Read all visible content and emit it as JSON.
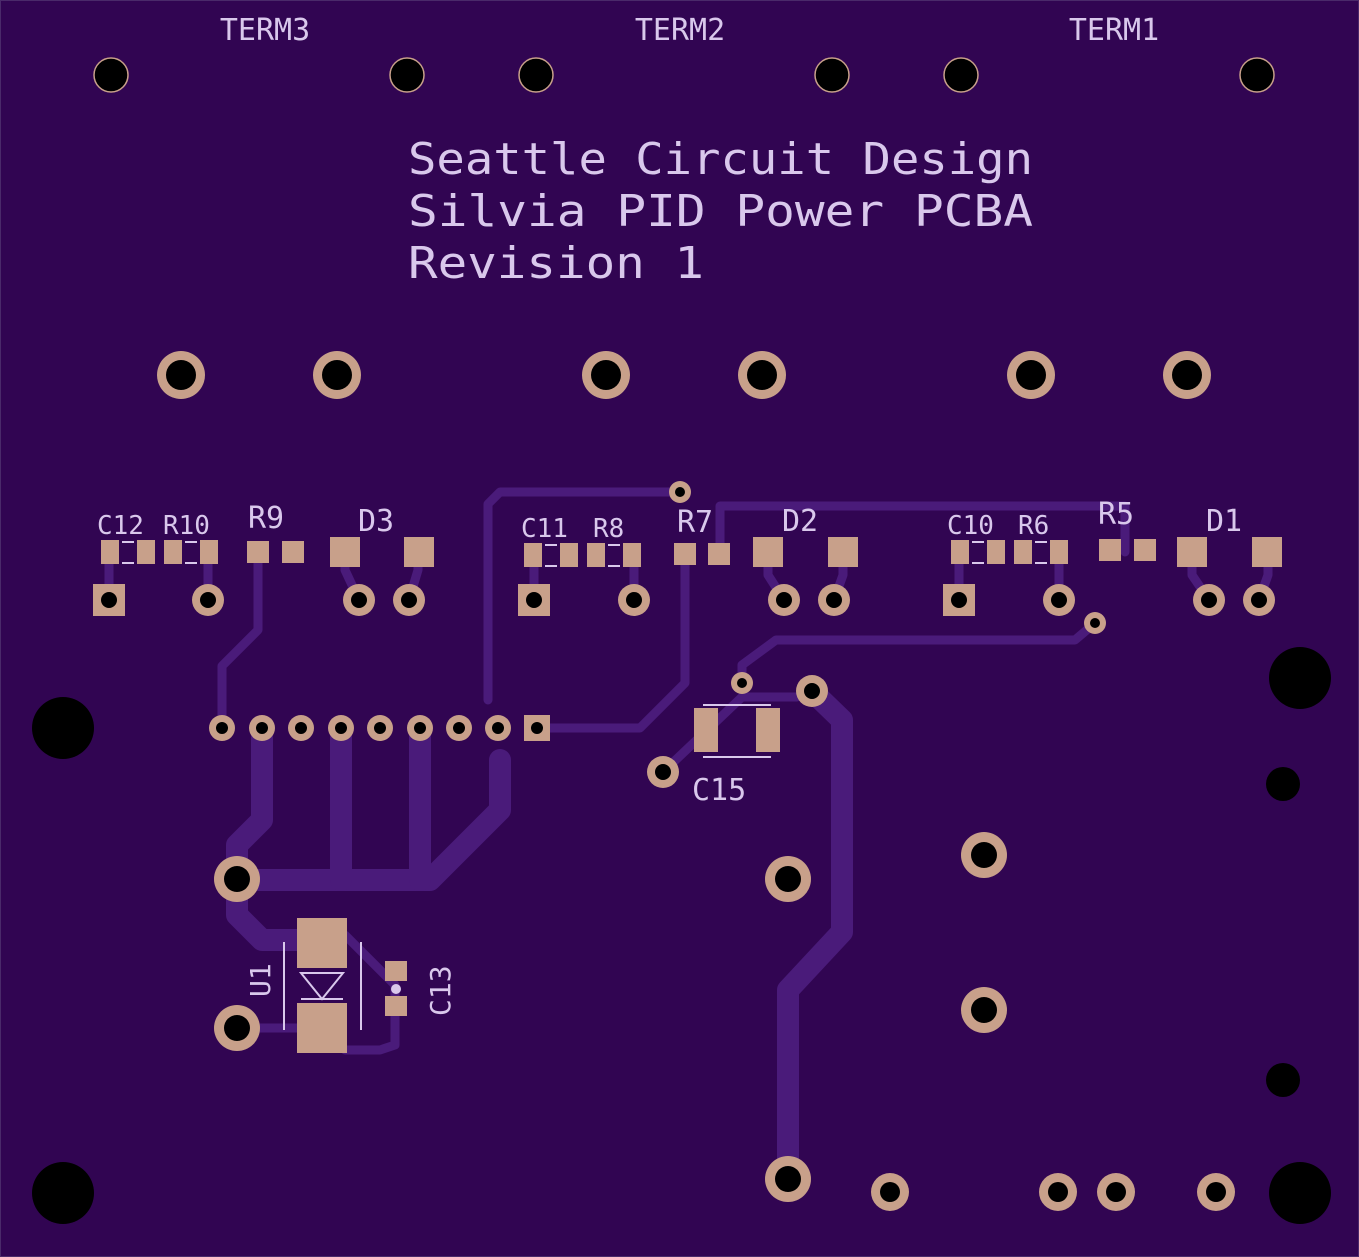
{
  "colors": {
    "board": "#310552",
    "trace": "#4A1B7A",
    "copper": "#C8A08A",
    "silkscreen": "#D9C8EC",
    "hole": "#000000"
  },
  "header_labels": [
    "TERM3",
    "TERM2",
    "TERM1"
  ],
  "title_lines": [
    "Seattle Circuit Design",
    "Silvia PID Power PCBA",
    "Revision 1"
  ],
  "refdes": {
    "c12": "C12",
    "r10": "R10",
    "r9": "R9",
    "d3": "D3",
    "c11": "C11",
    "r8": "R8",
    "r7": "R7",
    "d2": "D2",
    "c10": "C10",
    "r6": "R6",
    "r5": "R5",
    "d1": "D1",
    "c15": "C15",
    "u1": "U1",
    "c13": "C13"
  }
}
